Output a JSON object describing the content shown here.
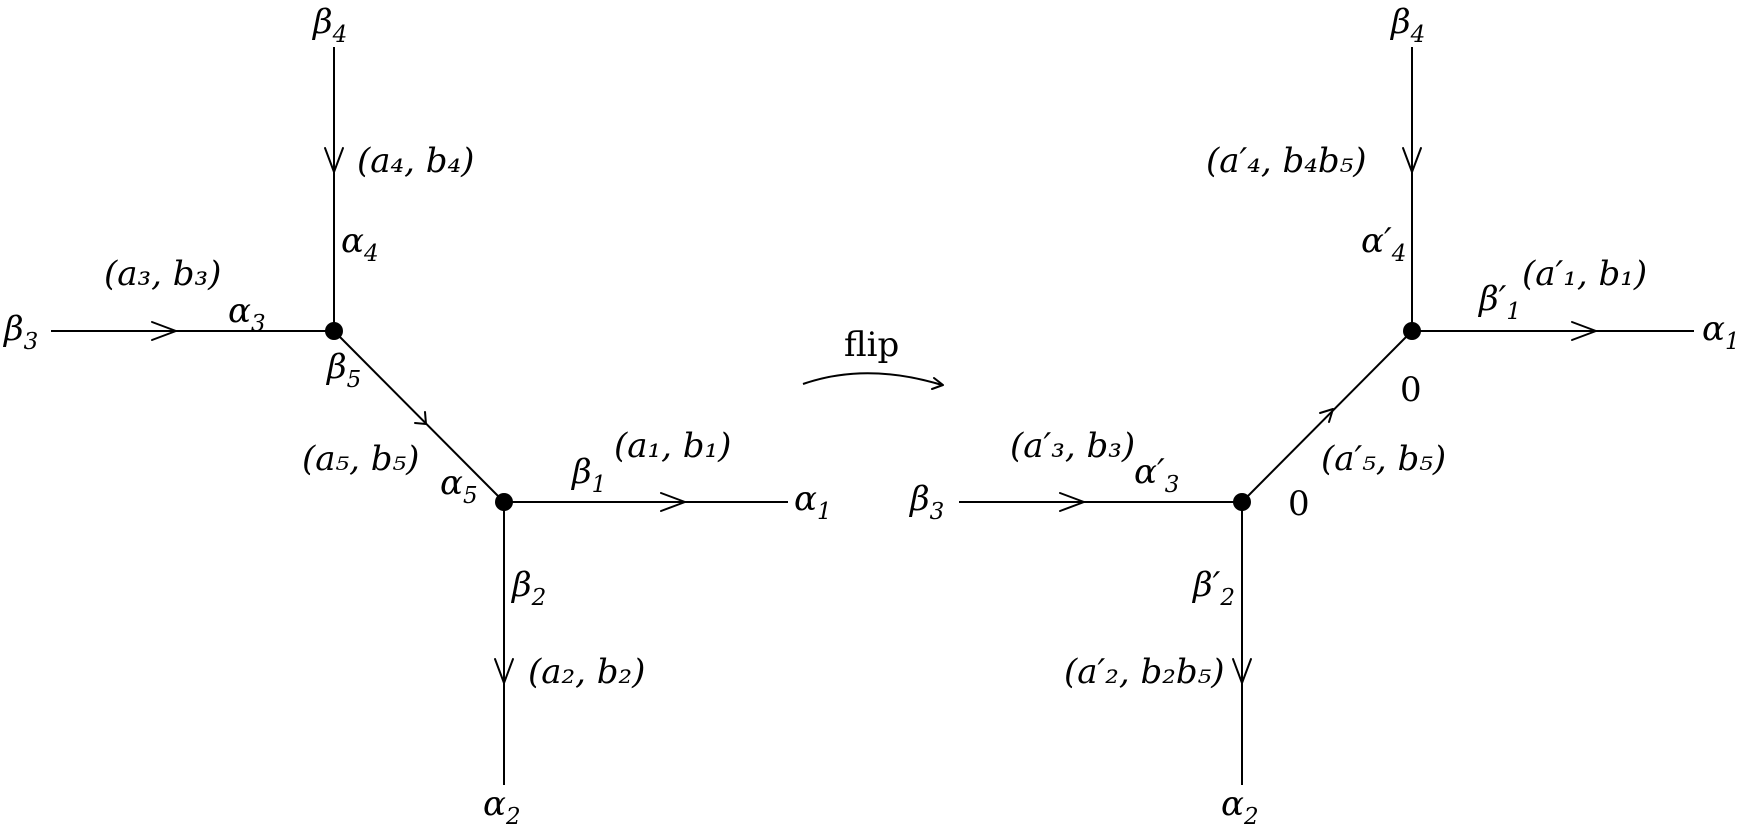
{
  "flip_label": "flip",
  "left": {
    "beta4": {
      "base": "β",
      "sub": "4"
    },
    "alpha4": {
      "base": "α",
      "sub": "4"
    },
    "a4b4": "(a₄, b₄)",
    "a3b3": "(a₃, b₃)",
    "beta3": {
      "base": "β",
      "sub": "3"
    },
    "alpha3": {
      "base": "α",
      "sub": "3"
    },
    "beta5": {
      "base": "β",
      "sub": "5"
    },
    "a5b5": "(a₅, b₅)",
    "alpha5": {
      "base": "α",
      "sub": "5"
    },
    "beta1": {
      "base": "β",
      "sub": "1"
    },
    "a1b1": "(a₁, b₁)",
    "alpha1": {
      "base": "α",
      "sub": "1"
    },
    "beta2": {
      "base": "β",
      "sub": "2"
    },
    "a2b2": "(a₂, b₂)",
    "alpha2": {
      "base": "α",
      "sub": "2"
    }
  },
  "right": {
    "beta4": {
      "base": "β",
      "sub": "4"
    },
    "a4b4b5": "(a′₄, b₄b₅)",
    "alpha4p": {
      "base": "α′",
      "sub": "4"
    },
    "beta1p": {
      "base": "β′",
      "sub": "1"
    },
    "a1b1": "(a′₁, b₁)",
    "alpha1": {
      "base": "α",
      "sub": "1"
    },
    "zero_top": "0",
    "a5b5": "(a′₅, b₅)",
    "a3b3": "(a′₃, b₃)",
    "alpha3p": {
      "base": "α′",
      "sub": "3"
    },
    "beta3": {
      "base": "β",
      "sub": "3"
    },
    "zero_bottom": "0",
    "beta2p": {
      "base": "β′",
      "sub": "2"
    },
    "a2b2b5": "(a′₂, b₂b₅)",
    "alpha2": {
      "base": "α",
      "sub": "2"
    }
  }
}
